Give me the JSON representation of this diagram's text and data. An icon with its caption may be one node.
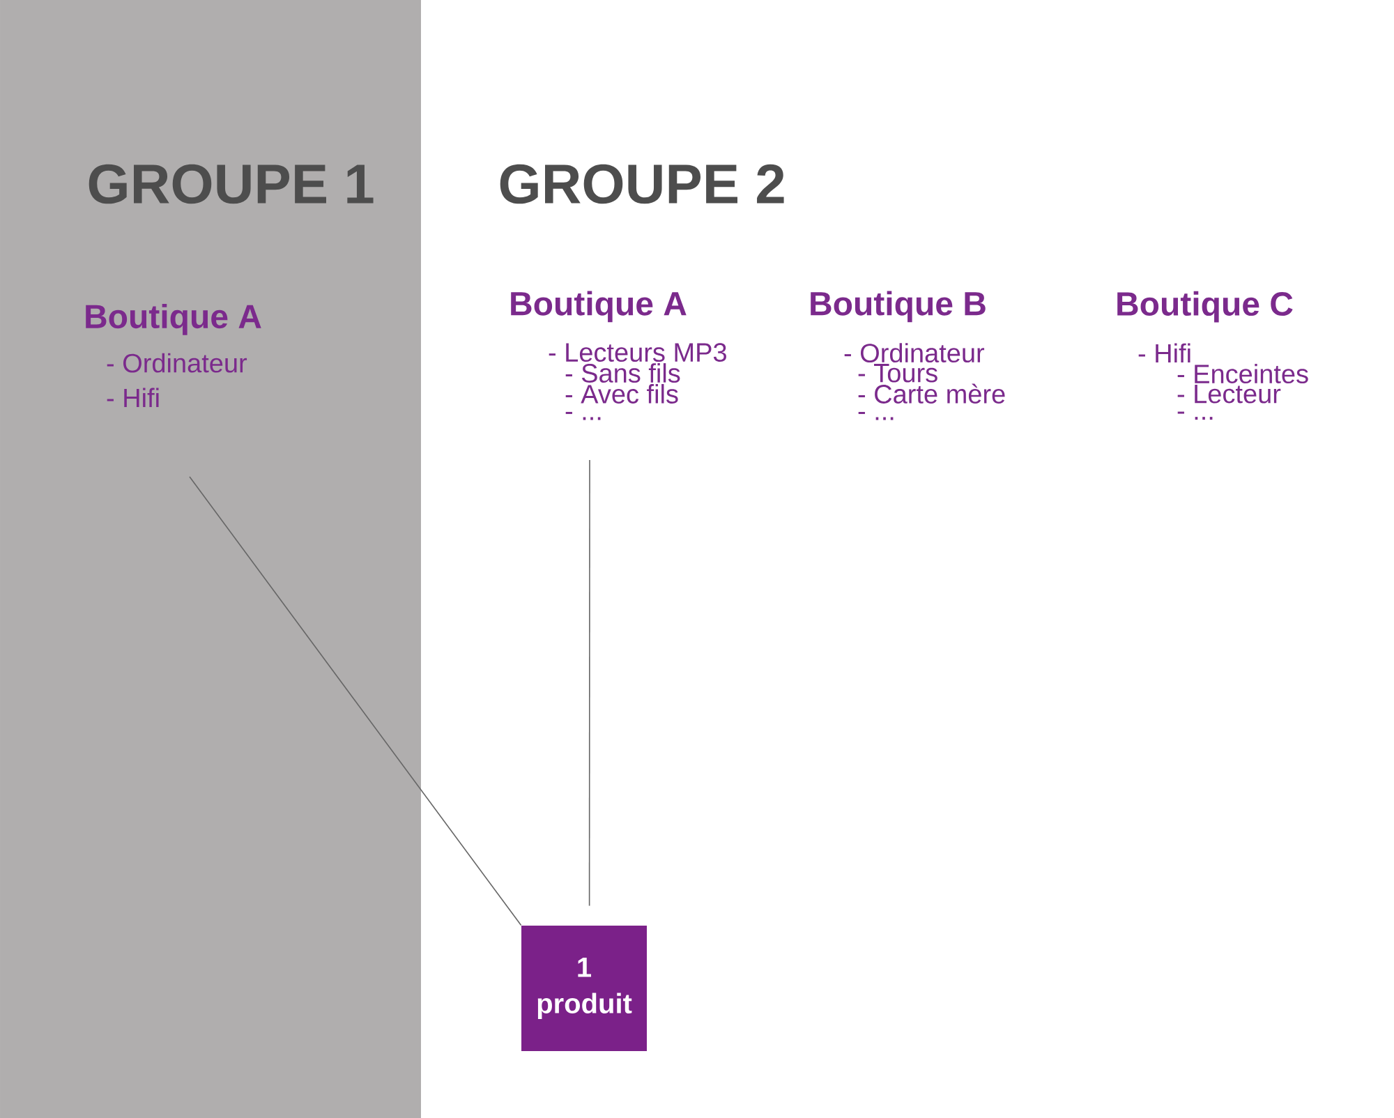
{
  "diagram": {
    "nodes": [
      {
        "text": [
          "Boutique A",
          "- Ordinateur",
          "- Hifi"
        ]
      },
      {
        "text": [
          "Boutique A",
          "- Lecteurs MP3",
          "- Sans fils",
          "- Avec fils",
          "- ..."
        ]
      },
      {
        "text": [
          "Boutique B",
          "- Ordinateur",
          "- Tours",
          "- Carte mère",
          "- ..."
        ]
      },
      {
        "text": [
          "Boutique C",
          "- Hifi",
          "- Enceintes",
          "- Lecteur",
          "- ..."
        ]
      },
      {
        "text": [
          "1 produit"
        ]
      }
    ],
    "edges": [
      {
        "from": 0,
        "to": 4,
        "arrow": "none"
      },
      {
        "from": 1,
        "to": 4,
        "arrow": "none"
      }
    ],
    "labels": [
      "GROUPE 1",
      "GROUPE 2"
    ]
  }
}
